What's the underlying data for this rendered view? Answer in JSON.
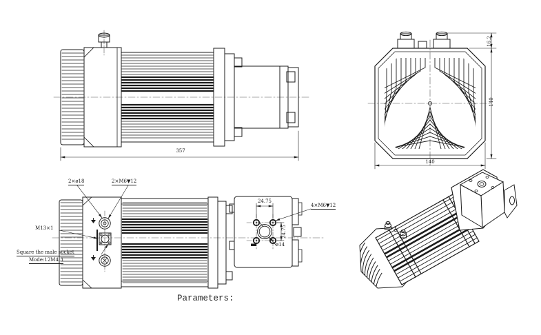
{
  "drawing": {
    "background": "#ffffff",
    "line_color": "#1c1c1c",
    "labels": {
      "side_view_length": "357",
      "front_width": "140",
      "front_height": "140",
      "front_top_offset": "16.2",
      "holes": "2×ø18",
      "threads_two": "2×M6▼12",
      "gland_thread": "M13×1",
      "socket_note_line1": "Square the male socket",
      "socket_note_line2": "Mode:12M4:3",
      "port_pitch_h": "24.75",
      "port_pitch_v": "24.75",
      "threads_four": "4×M6▼12",
      "shaft_dia": "ø14",
      "parameters": "Parameters:"
    }
  }
}
